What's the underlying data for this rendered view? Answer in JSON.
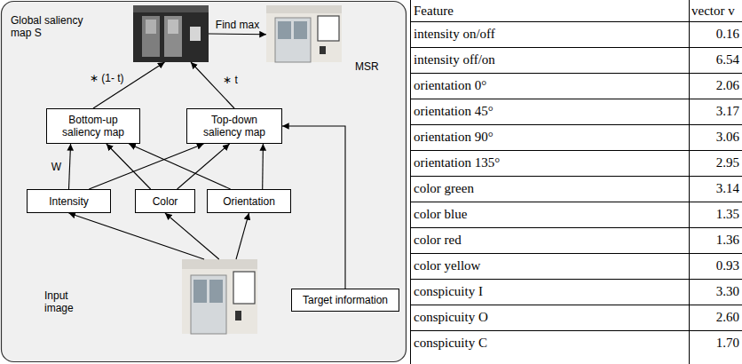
{
  "diagram": {
    "nodes": [
      {
        "text": [
          "Global saliency map S"
        ]
      },
      {
        "text": [
          "MSR"
        ]
      },
      {
        "text": [
          "Bottom-up saliency map"
        ]
      },
      {
        "text": [
          "Top-down saliency map"
        ]
      },
      {
        "text": [
          "Intensity"
        ]
      },
      {
        "text": [
          "Color"
        ]
      },
      {
        "text": [
          "Orientation"
        ]
      },
      {
        "text": [
          "Input image"
        ]
      },
      {
        "text": [
          "Target information"
        ]
      }
    ],
    "edges": [
      {
        "from": 0,
        "to": 1,
        "arrow": "to",
        "label": "Find max"
      },
      {
        "from": 2,
        "to": 0,
        "arrow": "to",
        "label": "∗ (1- t)"
      },
      {
        "from": 3,
        "to": 0,
        "arrow": "to",
        "label": "∗ t"
      },
      {
        "from": 4,
        "to": 2,
        "arrow": "to",
        "label": "W"
      },
      {
        "from": 4,
        "to": 3,
        "arrow": "to"
      },
      {
        "from": 5,
        "to": 2,
        "arrow": "to"
      },
      {
        "from": 5,
        "to": 3,
        "arrow": "to"
      },
      {
        "from": 6,
        "to": 2,
        "arrow": "to"
      },
      {
        "from": 6,
        "to": 3,
        "arrow": "to"
      },
      {
        "from": 7,
        "to": 4,
        "arrow": "to"
      },
      {
        "from": 7,
        "to": 5,
        "arrow": "to"
      },
      {
        "from": 7,
        "to": 6,
        "arrow": "to"
      },
      {
        "from": 8,
        "to": 3,
        "arrow": "to"
      }
    ],
    "labels": [
      "Feature",
      "vector v",
      "intensity on/off",
      "0.16",
      "intensity off/on",
      "6.54",
      "orientation 0°",
      "2.06",
      "orientation 45°",
      "3.17",
      "orientation 90°",
      "3.06",
      "orientation 135°",
      "2.95",
      "color green",
      "3.14",
      "color blue",
      "1.35",
      "color red",
      "1.36",
      "color yellow",
      "0.93",
      "conspicuity I",
      "3.30",
      "conspicuity O",
      "2.60",
      "conspicuity C",
      "1.70"
    ]
  }
}
